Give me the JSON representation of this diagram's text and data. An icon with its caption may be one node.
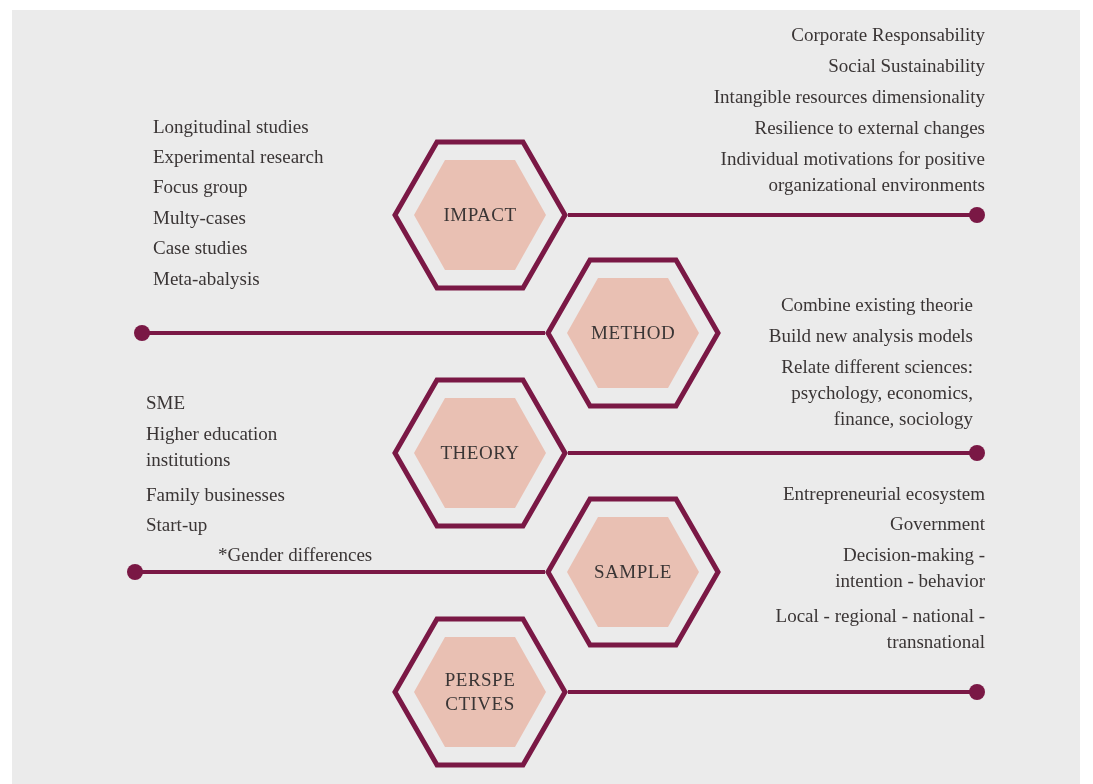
{
  "diagram": {
    "nodes": [
      {
        "text": [
          "IMPACT"
        ]
      },
      {
        "text": [
          "METHOD"
        ]
      },
      {
        "text": [
          "THEORY"
        ]
      },
      {
        "text": [
          "SAMPLE"
        ]
      },
      {
        "text": [
          "PERSPE CTIVES"
        ]
      }
    ],
    "edges": [
      {
        "from": 0,
        "to": null,
        "arrow": "other"
      },
      {
        "from": 1,
        "to": null,
        "arrow": "other"
      },
      {
        "from": 2,
        "to": null,
        "arrow": "other"
      },
      {
        "from": 3,
        "to": null,
        "arrow": "other"
      },
      {
        "from": 4,
        "to": null,
        "arrow": "other"
      }
    ],
    "labels": [
      "Corporate Responsability",
      "Social Sustainability",
      "Intangible resources dimensionality",
      "Resilience to external changes",
      "Individual motivations for positive organizational environments",
      "Longitudinal studies",
      "Experimental research",
      "Focus group",
      "Multy-cases",
      "Case studies",
      "Meta-abalysis",
      "Combine existing theorie",
      "Build new analysis models",
      "Relate different sciences: psychology, economics, finance, sociology",
      "SME",
      "Higher education institutions",
      "Family businesses",
      "Start-up",
      "*Gender differences",
      "Entrepreneurial ecosystem",
      "Government",
      "Decision-making - intention - behavior",
      "Local - regional - national - transnational"
    ]
  }
}
